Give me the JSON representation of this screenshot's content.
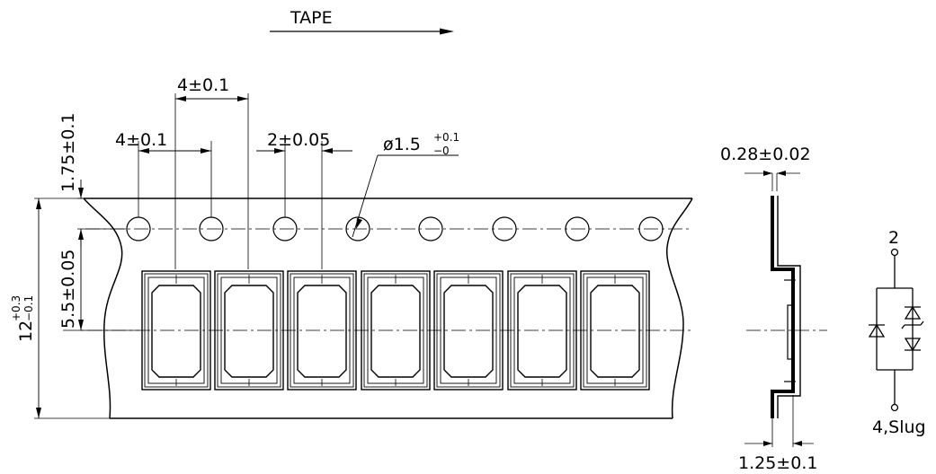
{
  "tape_label": "TAPE",
  "dimensions": {
    "pocket_pitch": "4±0.1",
    "hole_pitch": "4±0.1",
    "hole_to_pocket": "2±0.05",
    "hole_diameter_main": "ø1.5",
    "hole_diameter_tol_plus": "+0.1",
    "hole_diameter_tol_minus": "−0",
    "edge_to_hole": "1.75±0.1",
    "hole_to_pocket_center": "5.5±0.05",
    "tape_width_main": "12",
    "tape_width_tol_plus": "+0.3",
    "tape_width_tol_minus": "−0.1",
    "tape_thickness": "0.28±0.02",
    "pocket_depth": "1.25±0.1"
  },
  "schematic": {
    "pin_top": "2",
    "pin_bottom": "4,Slug"
  }
}
